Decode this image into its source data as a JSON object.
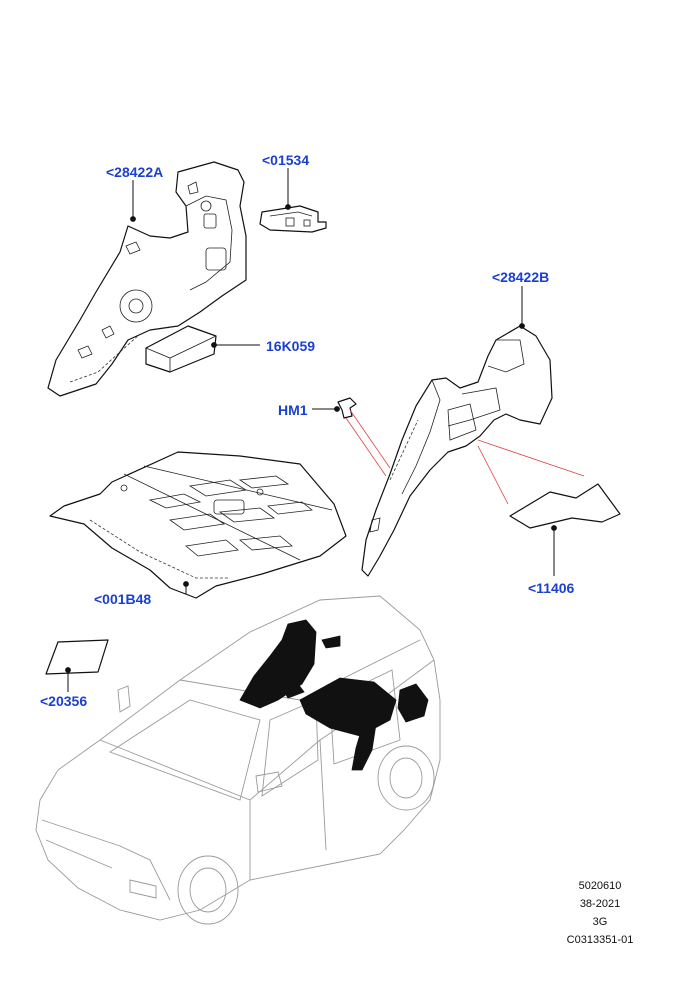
{
  "diagram": {
    "callouts": [
      {
        "id": "c1",
        "text": "<28422A"
      },
      {
        "id": "c2",
        "text": "<01534"
      },
      {
        "id": "c3",
        "text": "16K059"
      },
      {
        "id": "c4",
        "text": "<28422B"
      },
      {
        "id": "c5",
        "text": "HM1"
      },
      {
        "id": "c6",
        "text": "<001B48"
      },
      {
        "id": "c7",
        "text": "<11406"
      },
      {
        "id": "c8",
        "text": "<20356"
      }
    ],
    "meta": {
      "line1": "5020610",
      "line2": "38-2021",
      "line3": "3G",
      "line4": "C0313351-01"
    }
  }
}
